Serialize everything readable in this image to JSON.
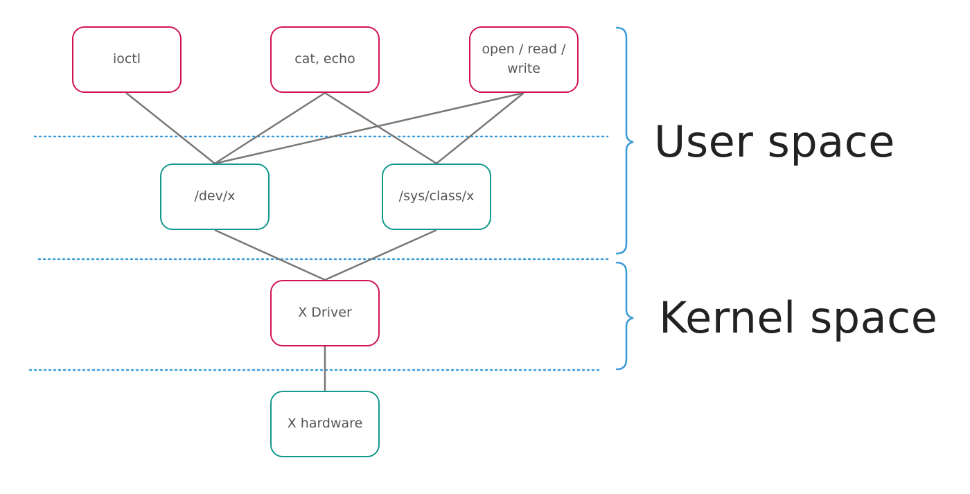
{
  "nodes": {
    "ioctl": "ioctl",
    "cat_echo": "cat, echo",
    "open_read_write": "open / read / write",
    "dev_x": "/dev/x",
    "sys_class_x": "/sys/class/x",
    "x_driver": "X Driver",
    "x_hardware": "X hardware"
  },
  "regions": {
    "user_space": "User space",
    "kernel_space": "Kernel space"
  },
  "colors": {
    "red_border": "#d3134d",
    "teal_border": "#12988c",
    "connector": "#777777",
    "separator": "#3a9bd9",
    "brace": "#3a9bd9",
    "text": "#555555",
    "label_text": "#222222"
  }
}
